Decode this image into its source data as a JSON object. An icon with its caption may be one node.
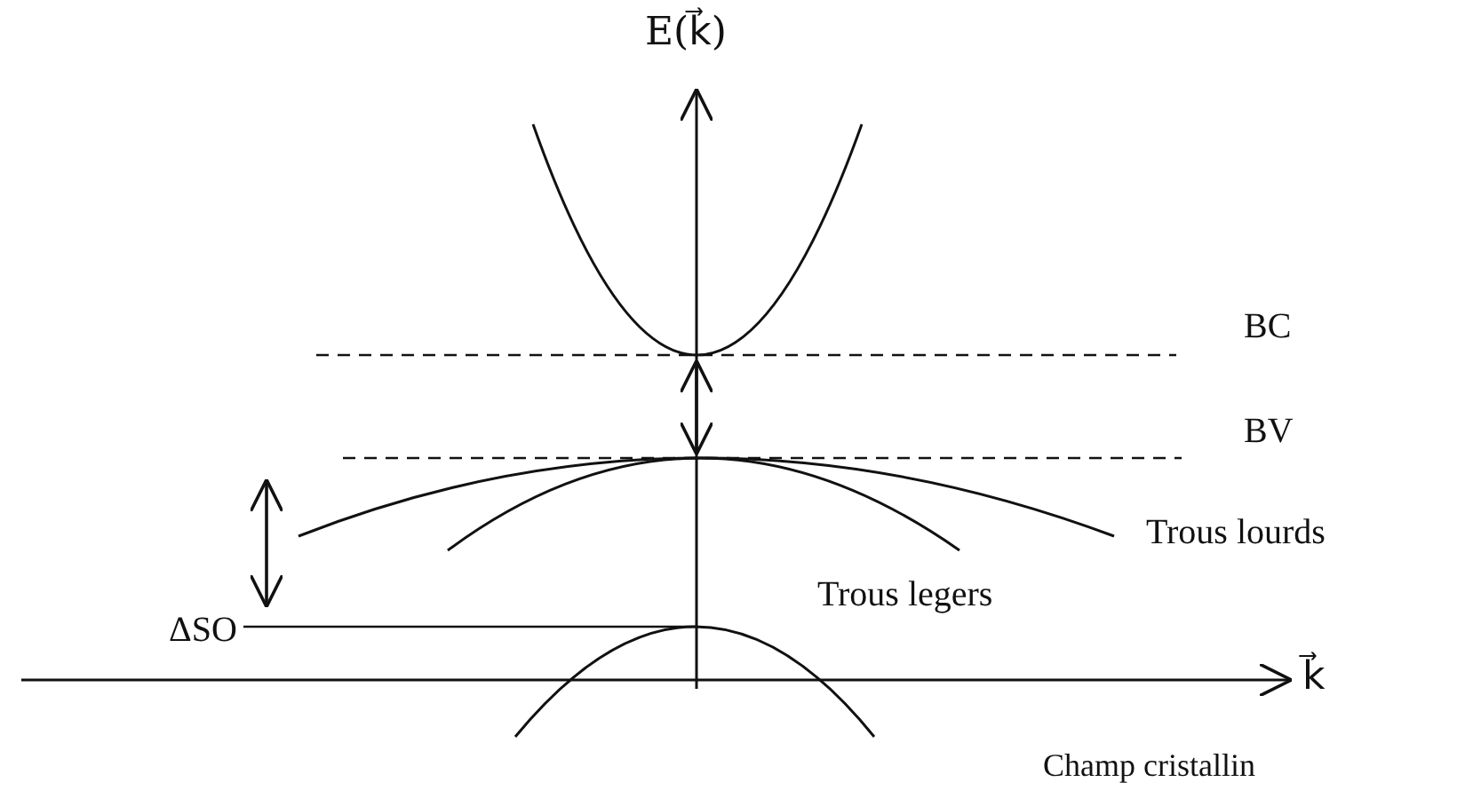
{
  "diagram": {
    "labels": [
      "E(k⃗)",
      "BC",
      "BV",
      "ΔSO",
      "Trous lourds",
      "Trous legers",
      "k⃗",
      "Champ cristallin"
    ]
  }
}
